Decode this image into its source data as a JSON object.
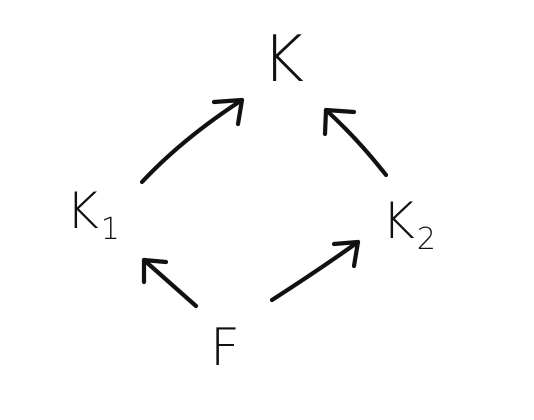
{
  "diagram": {
    "nodes": {
      "K": {
        "main": "K",
        "sub": ""
      },
      "K1": {
        "main": "K",
        "sub": "1"
      },
      "K2": {
        "main": "K",
        "sub": "2"
      },
      "F": {
        "main": "F",
        "sub": ""
      }
    },
    "edges": [
      {
        "from": "K1",
        "to": "K"
      },
      {
        "from": "K2",
        "to": "K"
      },
      {
        "from": "F",
        "to": "K1"
      },
      {
        "from": "F",
        "to": "K2"
      }
    ],
    "stroke_color": "#111111",
    "background_color": "#ffffff"
  }
}
